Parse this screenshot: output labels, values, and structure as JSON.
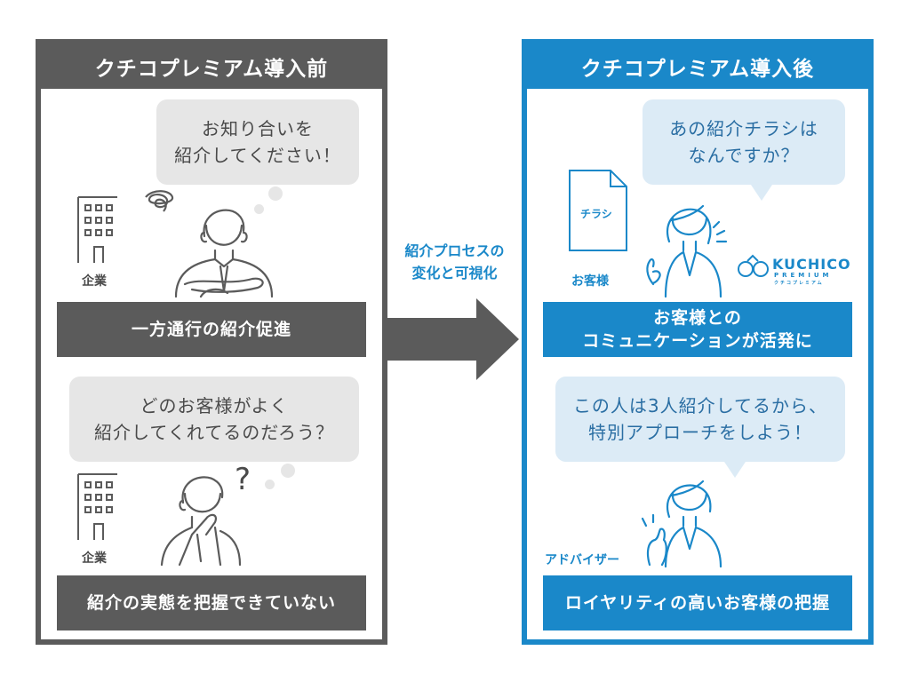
{
  "left": {
    "header": "クチコプレミアム導入前",
    "bubble1": "お知り合いを\n紹介してください！",
    "bubble2": "どのお客様がよく\n紹介してくれてるのだろう？",
    "company_label_1": "企業",
    "company_label_2": "企業",
    "bar1": "一方通行の紹介促進",
    "bar2": "紹介の実態を把握できていない",
    "question_mark": "?"
  },
  "right": {
    "header": "クチコプレミアム導入後",
    "bubble1": "あの紹介チラシは\nなんですか？",
    "bubble2": "この人は3人紹介してるから、\n特別アプローチをしよう！",
    "flyer_label": "チラシ",
    "customer_label": "お客様",
    "advisor_label": "アドバイザー",
    "logo_main": "KUCHICO",
    "logo_sub": "PREMIUM",
    "logo_kana": "クチコプレミアム",
    "bar1": "お客様との\nコミュニケーションが活発に",
    "bar2": "ロイヤリティの高いお客様の把握"
  },
  "middle": {
    "label": "紹介プロセスの\n変化と可視化"
  },
  "colors": {
    "gray": "#5b5b5b",
    "blue": "#1a88c9",
    "bubble_gray": "#e6e6e6",
    "bubble_blue": "#dcebf6"
  }
}
